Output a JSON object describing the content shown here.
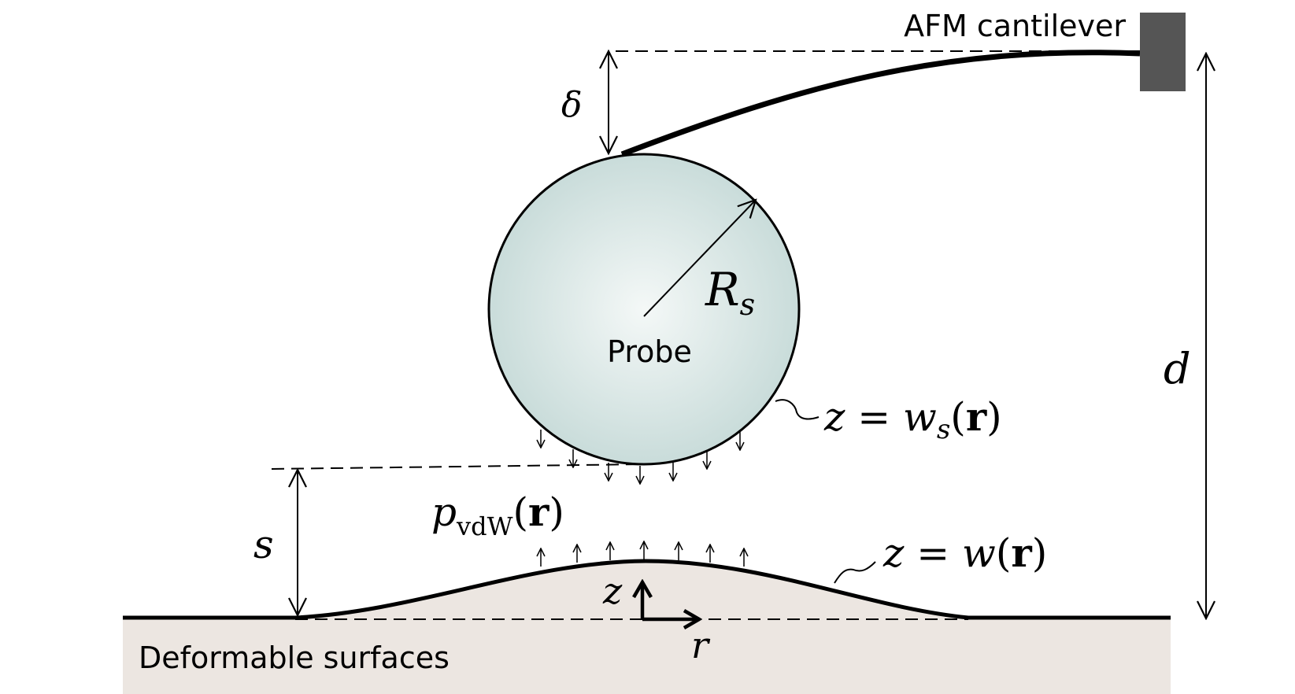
{
  "labels": {
    "cantilever": "AFM cantilever",
    "probe": "Probe",
    "surface": "Deformable surfaces"
  },
  "symbols": {
    "delta": "δ",
    "radius_main": "R",
    "radius_sub": "s",
    "distance_d": "d",
    "gap_s": "s",
    "axis_z": "z",
    "axis_r": "r"
  },
  "equations": {
    "probe_surface": {
      "lhs": "z",
      "eq": " = ",
      "fn": "w",
      "sub": "s",
      "open": "(",
      "arg": "r",
      "close": ")"
    },
    "sample_surface": {
      "lhs": "z",
      "eq": " = ",
      "fn": "w",
      "open": "(",
      "arg": "r",
      "close": ")"
    },
    "pressure": {
      "fn": "p",
      "sub": "vdW",
      "open": "(",
      "arg": "r",
      "close": ")"
    }
  },
  "colors": {
    "cantilever_base": "#555555",
    "substrate_fill": "#ece6e1",
    "probe_center": "#f4f8f7",
    "probe_edge": "#c9dcda",
    "line": "#000000"
  }
}
